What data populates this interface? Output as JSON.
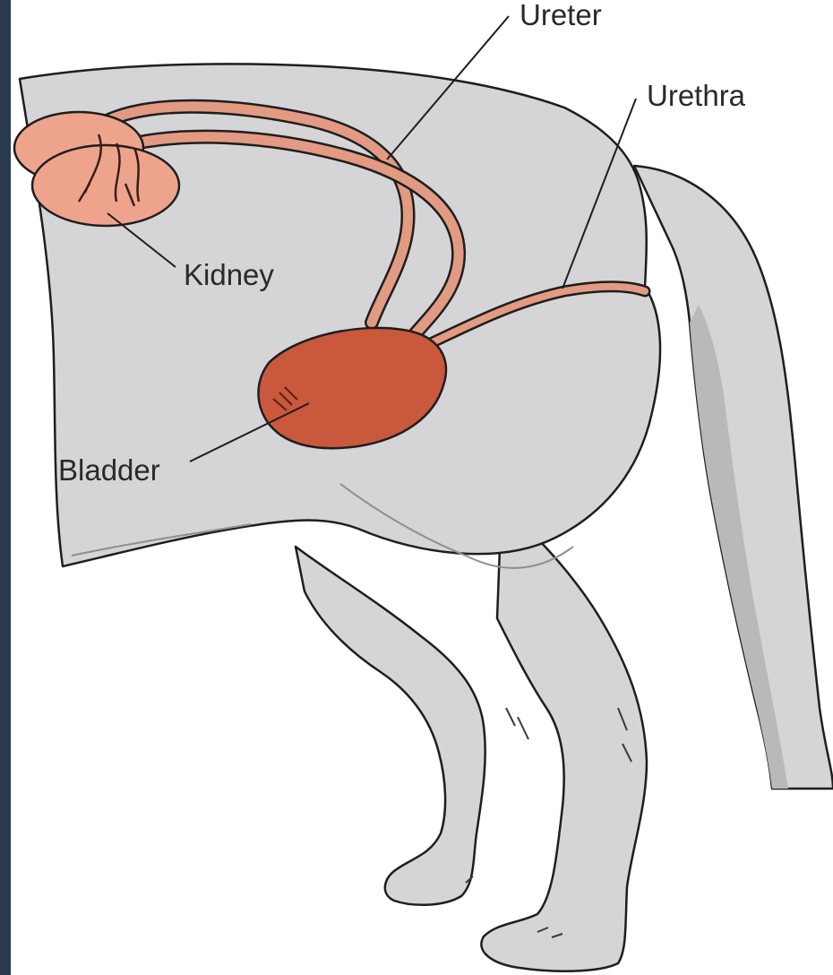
{
  "labels": {
    "ureter": "Ureter",
    "urethra": "Urethra",
    "kidney": "Kidney",
    "bladder": "Bladder"
  },
  "colors": {
    "left_panel": "#2a3a4d",
    "body_fill": "#d5d5d7",
    "body_shade": "#b9b9bc",
    "outline": "#1e1e1e",
    "kidney_fill": "#eea48c",
    "bladder_fill": "#c9583c",
    "tube_fill": "#e39a82",
    "label_text": "#2a2a2a"
  }
}
